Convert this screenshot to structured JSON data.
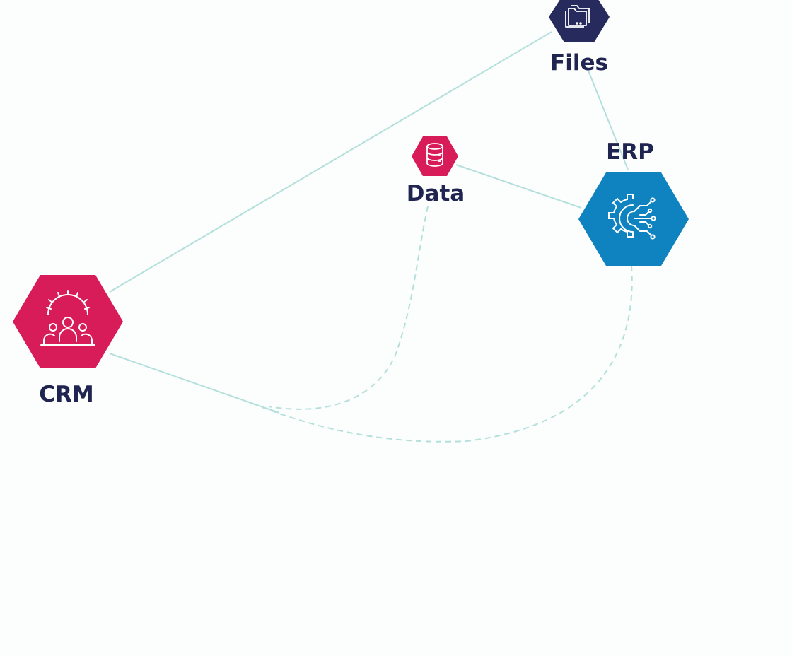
{
  "diagram": {
    "nodes": {
      "files": {
        "label": "Files",
        "color": "#262a5c",
        "icon": "folder-stack-icon"
      },
      "data": {
        "label": "Data",
        "color": "#d81b59",
        "icon": "database-icon"
      },
      "erp": {
        "label": "ERP",
        "color": "#0f82c0",
        "icon": "gear-circuit-icon"
      },
      "crm": {
        "label": "CRM",
        "color": "#d81b59",
        "icon": "team-gear-icon"
      }
    },
    "connectors": [
      {
        "from": "files",
        "to": "crm",
        "style": "solid"
      },
      {
        "from": "files",
        "to": "erp",
        "style": "solid"
      },
      {
        "from": "data",
        "to": "erp",
        "style": "solid"
      },
      {
        "from": "data",
        "to": "crm",
        "style": "dashed"
      },
      {
        "from": "erp",
        "to": "crm",
        "style": "dashed"
      }
    ],
    "connector_color": "#b4e0db"
  }
}
